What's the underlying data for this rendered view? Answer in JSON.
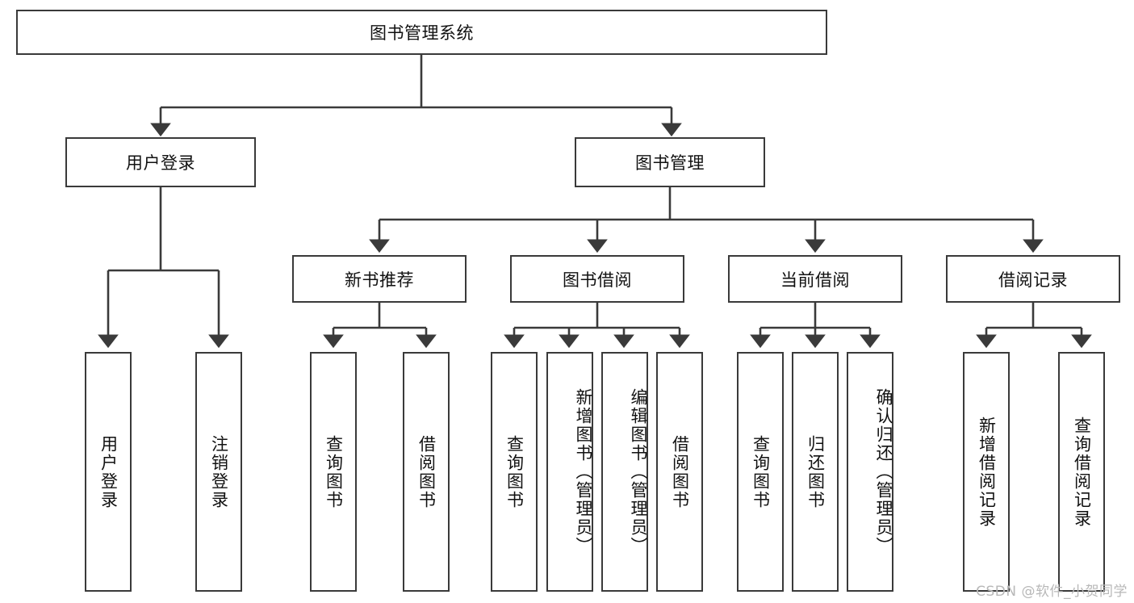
{
  "diagram": {
    "title_text": "图书管理系统",
    "type": "hierarchy-structure-chart",
    "stroke_color": "#3a3a3a",
    "fill_color": "#ffffff",
    "text_color": "#111111",
    "watermark": "CSDN @软件_小贺同学",
    "levels": {
      "level1": [
        "图书管理系统"
      ],
      "level2": [
        "用户登录",
        "图书管理"
      ],
      "level3": [
        "新书推荐",
        "图书借阅",
        "当前借阅",
        "借阅记录"
      ],
      "level4": [
        "用户登录",
        "注销登录",
        "查询图书",
        "借阅图书",
        "查询图书",
        "新增图书（管理员）",
        "编辑图书（管理员）",
        "借阅图书",
        "查询图书",
        "归还图书",
        "确认归还（管理员）",
        "新增借阅记录",
        "查询借阅记录"
      ]
    },
    "nodes": {
      "root": {
        "label": "图书管理系统"
      },
      "user_login": {
        "label": "用户登录"
      },
      "book_manage": {
        "label": "图书管理"
      },
      "new_book_rec": {
        "label": "新书推荐"
      },
      "book_borrow": {
        "label": "图书借阅"
      },
      "current_borrow": {
        "label": "当前借阅"
      },
      "borrow_record": {
        "label": "借阅记录"
      },
      "leaf_user_login": {
        "label": "用户登录"
      },
      "leaf_logout": {
        "label": "注销登录"
      },
      "leaf_query_book_1": {
        "label": "查询图书"
      },
      "leaf_borrow_book_1": {
        "label": "借阅图书"
      },
      "leaf_query_book_2": {
        "label": "查询图书"
      },
      "leaf_add_book_admin": {
        "label": "新增图书（管理员）"
      },
      "leaf_edit_book_admin": {
        "label": "编辑图书（管理员）"
      },
      "leaf_borrow_book_2": {
        "label": "借阅图书"
      },
      "leaf_query_book_3": {
        "label": "查询图书"
      },
      "leaf_return_book": {
        "label": "归还图书"
      },
      "leaf_confirm_return_admin": {
        "label": "确认归还（管理员）"
      },
      "leaf_add_borrow_record": {
        "label": "新增借阅记录"
      },
      "leaf_query_borrow_record": {
        "label": "查询借阅记录"
      }
    },
    "edges": [
      {
        "from": "图书管理系统",
        "to": "用户登录"
      },
      {
        "from": "图书管理系统",
        "to": "图书管理"
      },
      {
        "from": "用户登录",
        "to": "用户登录"
      },
      {
        "from": "用户登录",
        "to": "注销登录"
      },
      {
        "from": "图书管理",
        "to": "新书推荐"
      },
      {
        "from": "图书管理",
        "to": "图书借阅"
      },
      {
        "from": "图书管理",
        "to": "当前借阅"
      },
      {
        "from": "图书管理",
        "to": "借阅记录"
      },
      {
        "from": "新书推荐",
        "to": "查询图书"
      },
      {
        "from": "新书推荐",
        "to": "借阅图书"
      },
      {
        "from": "图书借阅",
        "to": "查询图书"
      },
      {
        "from": "图书借阅",
        "to": "新增图书（管理员）"
      },
      {
        "from": "图书借阅",
        "to": "编辑图书（管理员）"
      },
      {
        "from": "图书借阅",
        "to": "借阅图书"
      },
      {
        "from": "当前借阅",
        "to": "查询图书"
      },
      {
        "from": "当前借阅",
        "to": "归还图书"
      },
      {
        "from": "当前借阅",
        "to": "确认归还（管理员）"
      },
      {
        "from": "借阅记录",
        "to": "新增借阅记录"
      },
      {
        "from": "借阅记录",
        "to": "查询借阅记录"
      }
    ]
  }
}
